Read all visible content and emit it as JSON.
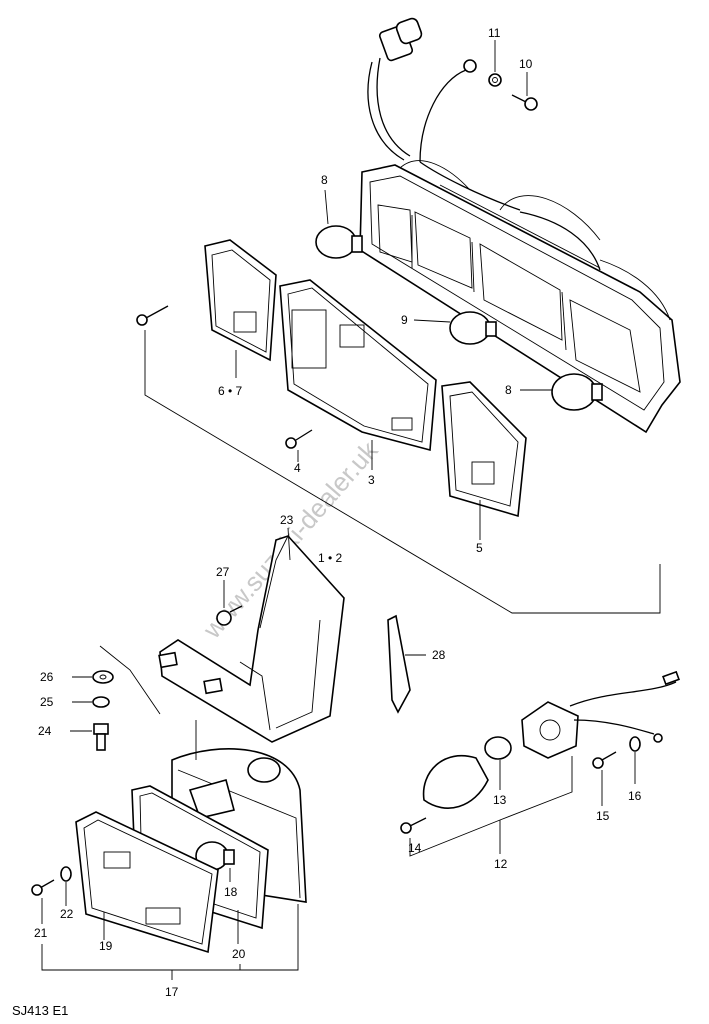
{
  "diagram": {
    "code": "SJ413 E1",
    "watermark": "www.suzuki-dealer.uk",
    "labels": {
      "p11": "11",
      "p10": "10",
      "p8a": "8",
      "p9": "9",
      "p8b": "8",
      "p67": "6 • 7",
      "p4": "4",
      "p3": "3",
      "p5": "5",
      "p23": "23",
      "p12b": "1 • 2",
      "p27": "27",
      "p28": "28",
      "p26": "26",
      "p25": "25",
      "p24": "24",
      "p13": "13",
      "p16": "16",
      "p15": "15",
      "p14": "14",
      "p12": "12",
      "p18": "18",
      "p21": "21",
      "p22": "22",
      "p19": "19",
      "p20": "20",
      "p17": "17"
    }
  }
}
